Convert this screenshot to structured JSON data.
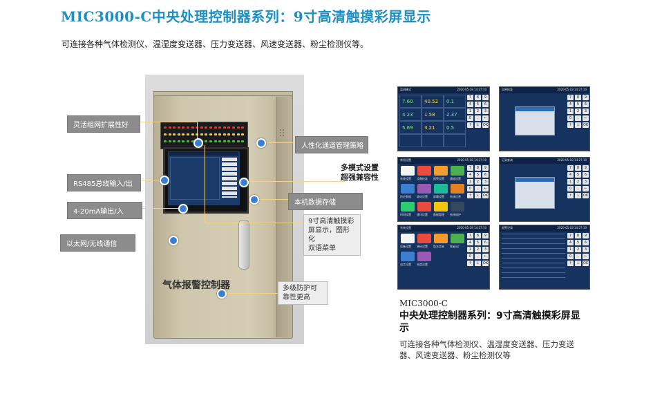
{
  "header": {
    "title": "MIC3000-C中央处理控制器系列：9寸高清触摸彩屏显示",
    "subtitle": "可连接各种气体检测仪、温湿度变送器、压力变送器、风速变送器、粉尘检测仪等。"
  },
  "device": {
    "label": "气体报警控制器"
  },
  "callouts": {
    "flexible": "灵活组网扩展性好",
    "rs485": "RS485总线输入/出",
    "current": "4-20mA输出/入",
    "ethernet": "以太网/无线通信",
    "channel": "人性化通道管理策略",
    "storage": "本机数据存储",
    "touch_line1": "9寸高清触摸彩",
    "touch_line2": "屏显示，图形化",
    "touch_line3": "双语菜单",
    "protect_line1": "多级防护可",
    "protect_line2": "靠性更高"
  },
  "multi_mode": {
    "line1": "多模式设置",
    "line2": "超强兼容性"
  },
  "screens": {
    "monitor": {
      "title": "监测模式",
      "time": "2020-05-18 14:27:10",
      "values": [
        "7.60",
        "40.52",
        "0.1",
        "4.23",
        "1.58",
        "2.37",
        "5.69",
        "3.21",
        "0.5"
      ]
    },
    "calibration": {
      "title": "加密校准",
      "time": "2020-05-18 14:27:10"
    },
    "settings": {
      "title": "常用设置",
      "time": "2020-05-18 14:27:10",
      "items": [
        "系统设置",
        "设备校准",
        "报警设置",
        "通道设置",
        "历史数据",
        "联动设置",
        "屏幕设置",
        "系统信息",
        "时间设置",
        "通讯设置",
        "数据管理",
        "系统维护"
      ]
    },
    "record": {
      "title": "记录查询",
      "time": "2020-05-18 14:27:10"
    },
    "system": {
      "title": "系统设置",
      "time": "2020-05-18 14:27:10",
      "items": [
        "设备设置",
        "密码设置",
        "版本信息",
        "恢复出厂",
        "语言设置",
        "亮度设置"
      ]
    },
    "alarm_log": {
      "title": "报警记录",
      "time": "2020-05-18 14:27:10"
    },
    "keypad": [
      "7",
      "8",
      "9",
      "4",
      "5",
      "6",
      "1",
      "2",
      "3",
      "0",
      ".",
      "←",
      "↑",
      "↓",
      "OK"
    ]
  },
  "footer": {
    "model": "MIC3000-C",
    "heading": "中央处理控制器系列：9寸高清触摸彩屏显示",
    "description": "可连接各种气体检测仪、温湿度变送器、压力变送器、风速变送器、粉尘检测仪等"
  },
  "colors": {
    "title_blue": "#1d8fc2",
    "callout_gray": "#8c8c8c",
    "dot_blue": "#3a7fd0",
    "screen_blue": "#16325e"
  }
}
